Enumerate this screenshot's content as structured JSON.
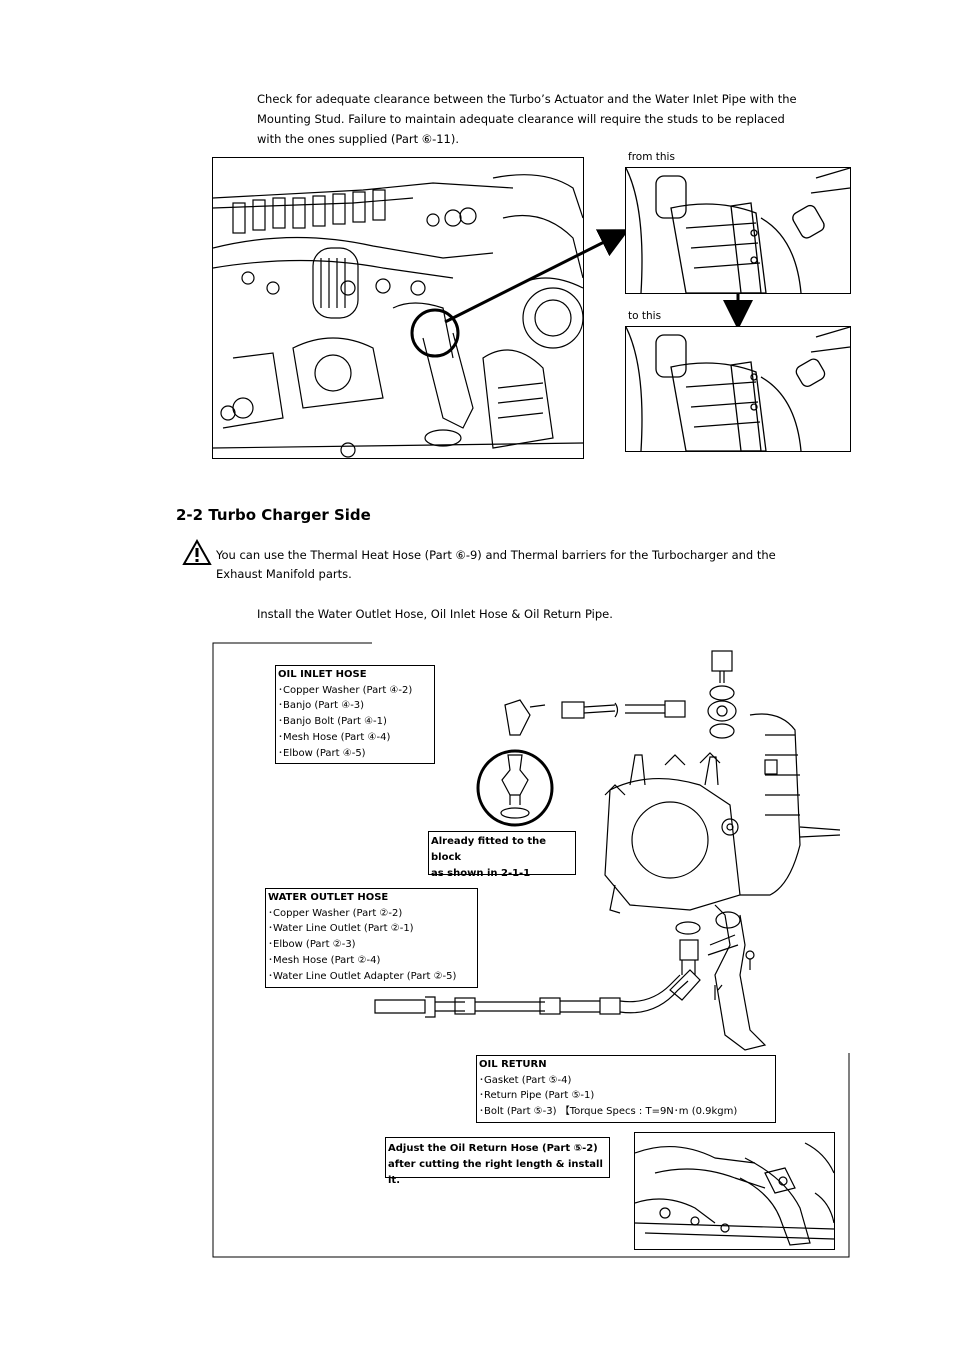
{
  "intro": {
    "line1": "Check for adequate clearance between the Turbo’s Actuator and the Water Inlet Pipe with the",
    "line2": "Mounting Stud. Failure to maintain adequate clearance will require the studs to be replaced",
    "line3": "with the ones supplied (Part ⑥-11)."
  },
  "figure1": {
    "from_label": "from this",
    "to_label": "to this"
  },
  "section": {
    "heading": "2-2  Turbo Charger Side",
    "warning_line1": "You can use the Thermal Heat Hose (Part ⑥-9) and Thermal barriers for the Turbocharger and the",
    "warning_line2": "Exhaust Manifold parts.",
    "install_text": "Install the Water Outlet Hose, Oil Inlet Hose & Oil Return Pipe."
  },
  "callouts": {
    "oil_inlet": {
      "title": "OIL INLET HOSE",
      "items": [
        "･Copper Washer (Part ④-2)",
        "･Banjo (Part ④-3)",
        "･Banjo Bolt (Part ④-1)",
        "･Mesh Hose (Part ④-4)",
        "･Elbow (Part ④-5)"
      ]
    },
    "already_fitted": {
      "line1": "Already fitted to the block",
      "line2": "as shown in 2-1-1"
    },
    "water_outlet": {
      "title": "WATER OUTLET HOSE",
      "items": [
        "･Copper Washer (Part ②-2)",
        "･Water Line Outlet (Part ②-1)",
        "･Elbow (Part ②-3)",
        "･Mesh Hose (Part ②-4)",
        "･Water Line Outlet Adapter (Part ②-5)"
      ]
    },
    "oil_return": {
      "title": "OIL RETURN",
      "items": [
        "･Gasket  (Part ⑤-4)",
        "･Return Pipe (Part ⑤-1)",
        "･Bolt  (Part ⑤-3)  【Torque Specs : T=9N･m (0.9kgm)"
      ]
    },
    "adjust": {
      "line1": "Adjust the Oil Return Hose (Part ⑤-2)",
      "line2": "after cutting the right length & install it."
    }
  }
}
